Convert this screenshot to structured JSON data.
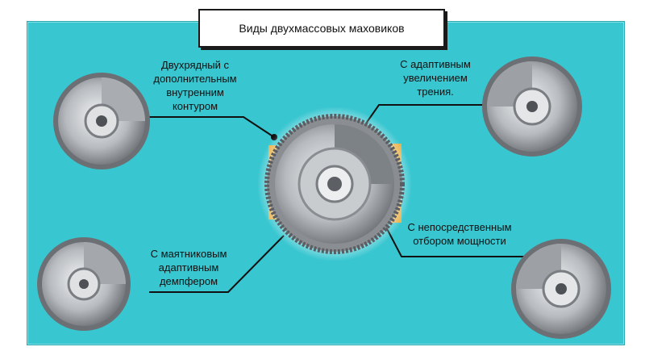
{
  "title": "Виды двухмассовых маховиков",
  "labels": {
    "top_left": [
      "Двухрядный с",
      "дополнительным",
      "внутренним",
      "контуром"
    ],
    "top_right": [
      "С адаптивным",
      "увеличением",
      "трения."
    ],
    "bottom_left": [
      "С маятниковым",
      "адаптивным",
      "демпфером"
    ],
    "bottom_right": [
      "С непосредственным",
      "отбором мощности"
    ]
  },
  "colors": {
    "panel": "#38c6d0",
    "line": "#111111",
    "metal_light": "#d8dadc",
    "metal_dark": "#6e7276",
    "accent": "#e8b04a"
  }
}
